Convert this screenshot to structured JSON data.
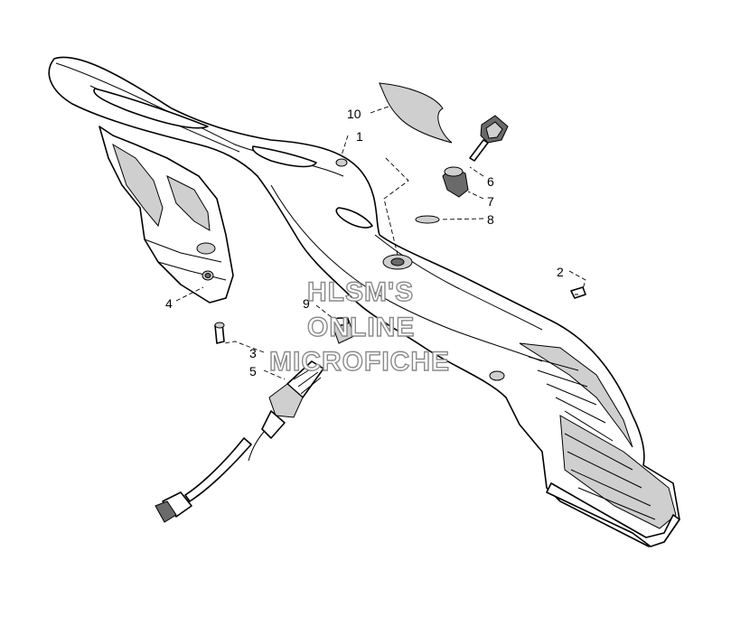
{
  "callouts": {
    "c1": "1",
    "c2": "2",
    "c3": "3",
    "c4": "4",
    "c5": "5",
    "c6": "6",
    "c7": "7",
    "c8": "8",
    "c9": "9",
    "c10": "10"
  },
  "watermark": {
    "line1": "HLSM'S",
    "line2": "ONLINE",
    "line3": "MICROFICHE"
  }
}
